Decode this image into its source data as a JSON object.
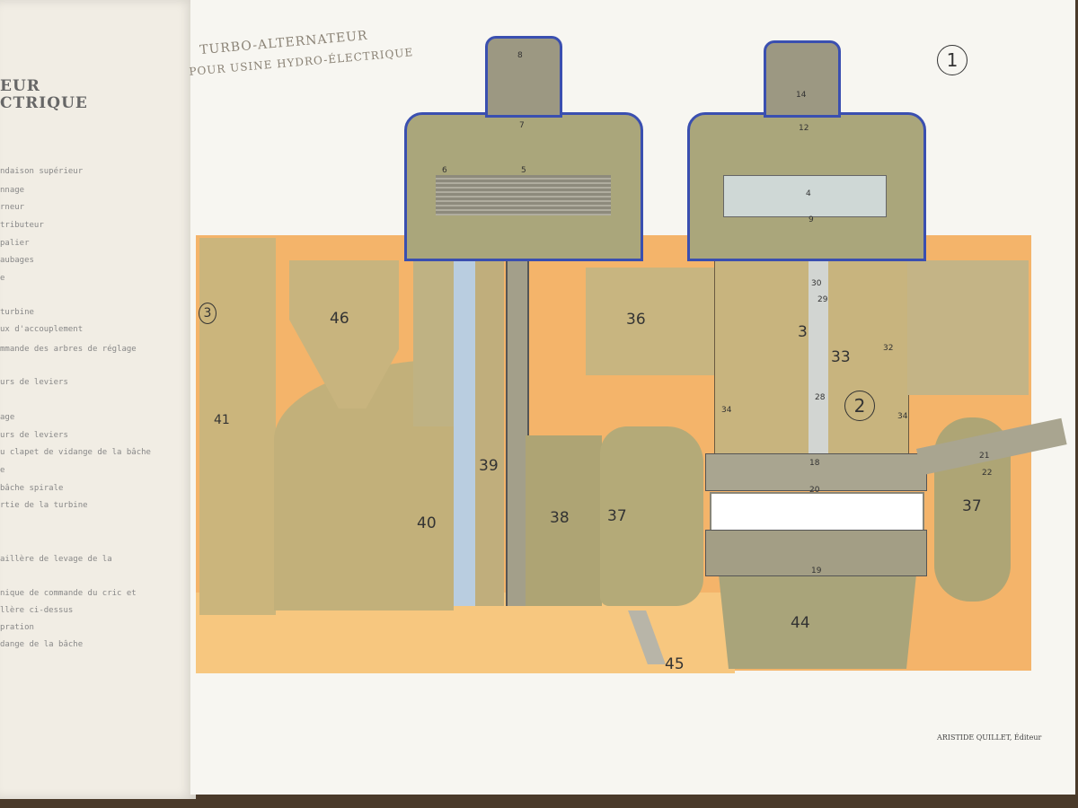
{
  "left_page": {
    "heading": [
      "EUR",
      "CTRIQUE"
    ],
    "items": [
      "ndaison supérieur",
      "nnage",
      "rneur",
      "tributeur",
      "palier",
      "aubages",
      "e",
      "turbine",
      "ux d'accouplement",
      "mmande des arbres de réglage",
      "urs de leviers",
      "age",
      "urs de leviers",
      "u clapet de vidange de la bâche",
      "e",
      "bâche spirale",
      "rtie de la turbine",
      "aillère de levage de la",
      "nique de commande du cric et",
      "llère ci-dessus",
      "pration",
      "dange de la bâche"
    ]
  },
  "right_page": {
    "title_line1": "TURBO-ALTERNATEUR",
    "title_line2": "POUR USINE HYDRO-ÉLECTRIQUE",
    "publisher": "ARISTIDE QUILLET, Éditeur"
  },
  "diagram": {
    "circled": {
      "one": "1",
      "two": "2",
      "three": "3"
    },
    "labels": {
      "l46": "46",
      "l36": "36",
      "l41": "41",
      "l40": "40",
      "l39": "39",
      "l38": "38",
      "l37a": "37",
      "l37b": "37",
      "l44": "44",
      "l45": "45",
      "l8": "8",
      "l7": "7",
      "l6": "6",
      "l5": "5",
      "l14": "14",
      "l12": "12",
      "l4": "4",
      "l9": "9",
      "l30": "30",
      "l29": "29",
      "l31": "3",
      "l28": "28",
      "l33": "33",
      "l32": "32",
      "l34a": "34",
      "l34b": "34",
      "l18": "18",
      "l20": "20",
      "l19": "19",
      "l21": "21",
      "l22": "22"
    },
    "colors": {
      "orange": "#f4b46a",
      "khaki": "#c9b57f",
      "olive": "#b3a873",
      "gray": "#9c9882",
      "blue": "#3a4fb0",
      "water": "#b9cde0"
    }
  }
}
